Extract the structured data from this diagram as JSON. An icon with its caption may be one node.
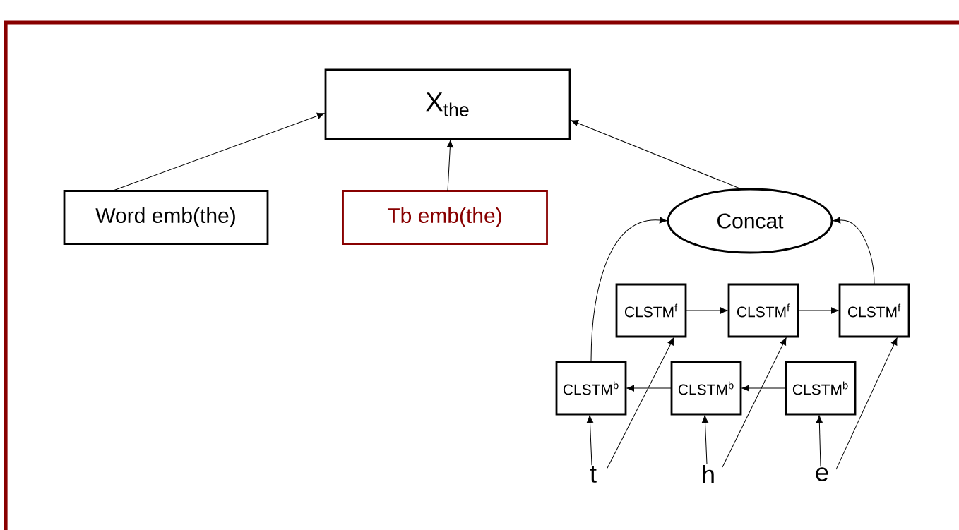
{
  "diagram": {
    "nodes": [
      {
        "text": [
          "X$_{the}$"
        ]
      },
      {
        "text": [
          "Word emb(the)"
        ]
      },
      {
        "text": [
          "Tb emb(the)"
        ]
      },
      {
        "text": [
          "Concat"
        ]
      },
      {
        "text": [
          "CLSTM$^{f}$"
        ]
      },
      {
        "text": [
          "CLSTM$^{f}$"
        ]
      },
      {
        "text": [
          "CLSTM$^{f}$"
        ]
      },
      {
        "text": [
          "CLSTM$^{b}$"
        ]
      },
      {
        "text": [
          "CLSTM$^{b}$"
        ]
      },
      {
        "text": [
          "CLSTM$^{b}$"
        ]
      },
      {
        "text": [
          "t"
        ]
      },
      {
        "text": [
          "h"
        ]
      },
      {
        "text": [
          "e"
        ]
      }
    ],
    "edges": [
      {
        "from": 1,
        "to": 0,
        "arrow": "to"
      },
      {
        "from": 2,
        "to": 0,
        "arrow": "to"
      },
      {
        "from": 3,
        "to": 0,
        "arrow": "to"
      },
      {
        "from": 7,
        "to": 3,
        "arrow": "to"
      },
      {
        "from": 6,
        "to": 3,
        "arrow": "to"
      },
      {
        "from": 4,
        "to": 5,
        "arrow": "to"
      },
      {
        "from": 5,
        "to": 6,
        "arrow": "to"
      },
      {
        "from": 9,
        "to": 8,
        "arrow": "to"
      },
      {
        "from": 8,
        "to": 7,
        "arrow": "to"
      },
      {
        "from": 10,
        "to": 7,
        "arrow": "to"
      },
      {
        "from": 10,
        "to": 4,
        "arrow": "to"
      },
      {
        "from": 11,
        "to": 8,
        "arrow": "to"
      },
      {
        "from": 11,
        "to": 5,
        "arrow": "to"
      },
      {
        "from": 12,
        "to": 9,
        "arrow": "to"
      },
      {
        "from": 12,
        "to": 6,
        "arrow": "to"
      }
    ]
  }
}
